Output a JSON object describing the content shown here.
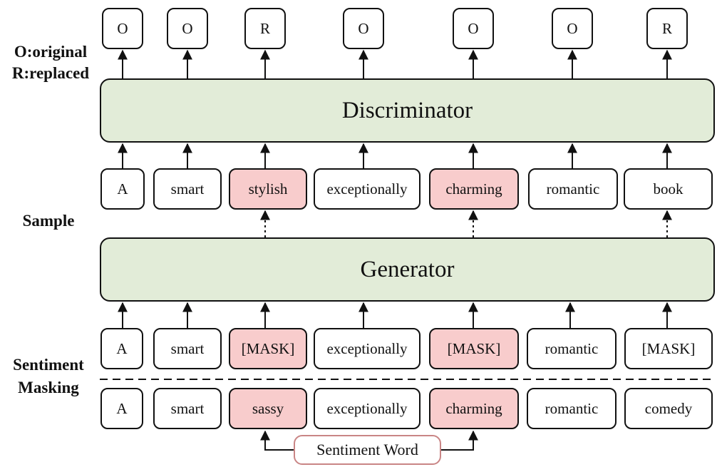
{
  "labels": {
    "original": "O:original",
    "replaced": "R:replaced",
    "sample": "Sample",
    "masking_line1": "Sentiment",
    "masking_line2": "Masking"
  },
  "outputs": [
    "O",
    "O",
    "R",
    "O",
    "O",
    "O",
    "R"
  ],
  "discriminator": "Discriminator",
  "generator": "Generator",
  "sampled_tokens": [
    "A",
    "smart",
    "stylish",
    "exceptionally",
    "charming",
    "romantic",
    "book"
  ],
  "masked_tokens": [
    "A",
    "smart",
    "[MASK]",
    "exceptionally",
    "[MASK]",
    "romantic",
    "[MASK]"
  ],
  "original_tokens": [
    "A",
    "smart",
    "sassy",
    "exceptionally",
    "charming",
    "romantic",
    "comedy"
  ],
  "sentiment_word": "Sentiment Word",
  "colors": {
    "model_fill": "#e2ecd8",
    "highlight_fill": "#f8cccc",
    "sentiment_border": "#c98585"
  }
}
